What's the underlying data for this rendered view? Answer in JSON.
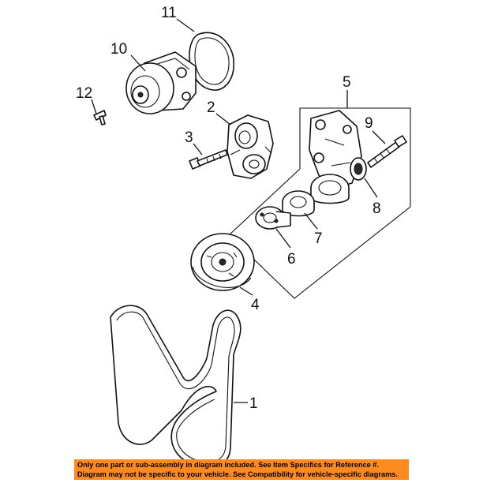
{
  "callouts": {
    "c1": "1",
    "c2": "2",
    "c3": "3",
    "c4": "4",
    "c5": "5",
    "c6": "6",
    "c7": "7",
    "c8": "8",
    "c9": "9",
    "c10": "10",
    "c11": "11",
    "c12": "12"
  },
  "footer": {
    "line1": "Only one part or sub-assembly in diagram included. See Item Specifics for Reference #.",
    "line2": "Diagram may not be specific to your vehicle. See Compatibility for vehicle-specific diagrams."
  },
  "colors": {
    "footer_bg": "#ff8a1f",
    "ink": "#111111"
  }
}
